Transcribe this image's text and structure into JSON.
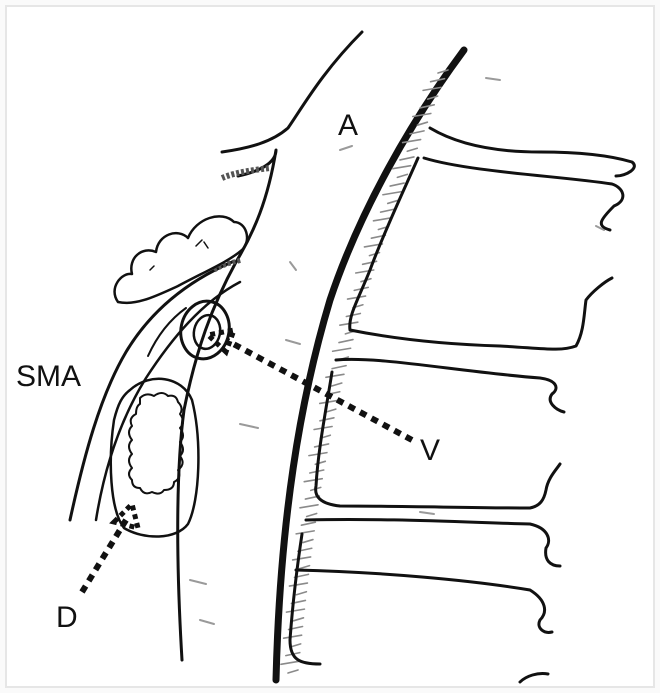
{
  "labels": {
    "aorta": "A",
    "sma": "SMA",
    "vein": "V",
    "duodenum": "D"
  },
  "colors": {
    "ink": "#111111",
    "shading": "#8a8a8a",
    "paper": "#fafafa"
  }
}
